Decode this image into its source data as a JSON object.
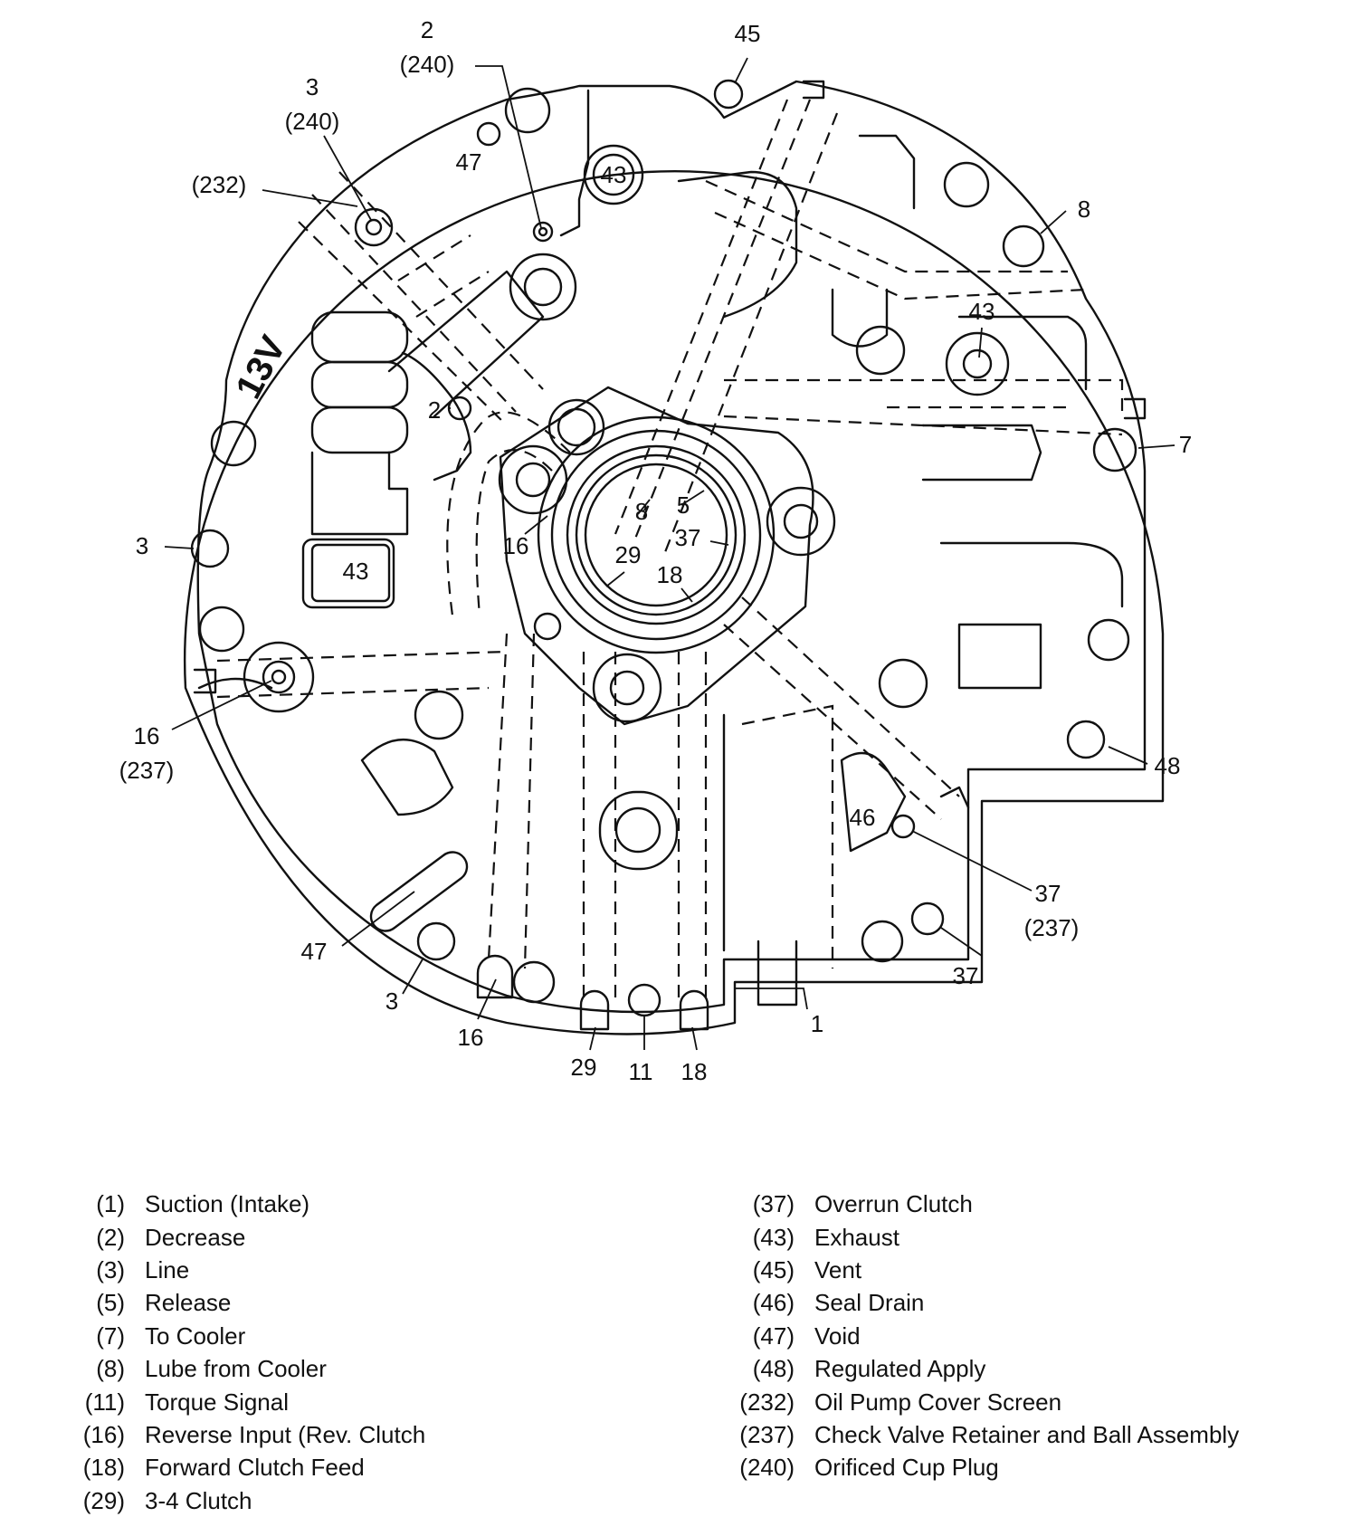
{
  "diagram": {
    "stamp": "13V",
    "callouts": {
      "c2_top": "2",
      "c240_a": "(240)",
      "c3_top": "3",
      "c240_b": "(240)",
      "c232": "(232)",
      "c45": "45",
      "c47_top": "47",
      "c43_top": "43",
      "c8_right": "8",
      "c43_right": "43",
      "c7": "7",
      "c2_mid": "2",
      "c3_left": "3",
      "c43_box": "43",
      "c8_hub": "8",
      "c5_hub": "5",
      "c16_hub": "16",
      "c37_hub": "37",
      "c29_hub": "29",
      "c18_hub": "18",
      "c16_left": "16",
      "c237_left": "(237)",
      "c48": "48",
      "c46": "46",
      "c37_right": "37",
      "c237_right": "(237)",
      "c47_bottom": "47",
      "c3_bottom": "3",
      "c37_bottom": "37",
      "c1": "1",
      "c16_bottom": "16",
      "c29_bottom": "29",
      "c11_bottom": "11",
      "c18_bottom": "18"
    }
  },
  "legend": {
    "left": [
      {
        "code": "(1)",
        "label": "Suction (Intake)"
      },
      {
        "code": "(2)",
        "label": "Decrease"
      },
      {
        "code": "(3)",
        "label": "Line"
      },
      {
        "code": "(5)",
        "label": "Release"
      },
      {
        "code": "(7)",
        "label": "To Cooler"
      },
      {
        "code": "(8)",
        "label": "Lube from Cooler"
      },
      {
        "code": "(11)",
        "label": "Torque Signal"
      },
      {
        "code": "(16)",
        "label": "Reverse Input (Rev. Clutch"
      },
      {
        "code": "(18)",
        "label": "Forward Clutch Feed"
      },
      {
        "code": "(29)",
        "label": "3-4 Clutch"
      }
    ],
    "right": [
      {
        "code": "(37)",
        "label": "Overrun Clutch"
      },
      {
        "code": "(43)",
        "label": "Exhaust"
      },
      {
        "code": "(45)",
        "label": "Vent"
      },
      {
        "code": "(46)",
        "label": "Seal Drain"
      },
      {
        "code": "(47)",
        "label": "Void"
      },
      {
        "code": "(48)",
        "label": "Regulated Apply"
      },
      {
        "code": "(232)",
        "label": "Oil Pump Cover Screen"
      },
      {
        "code": "(237)",
        "label": "Check Valve Retainer and Ball Assembly"
      },
      {
        "code": "(240)",
        "label": "Orificed Cup Plug"
      }
    ]
  }
}
